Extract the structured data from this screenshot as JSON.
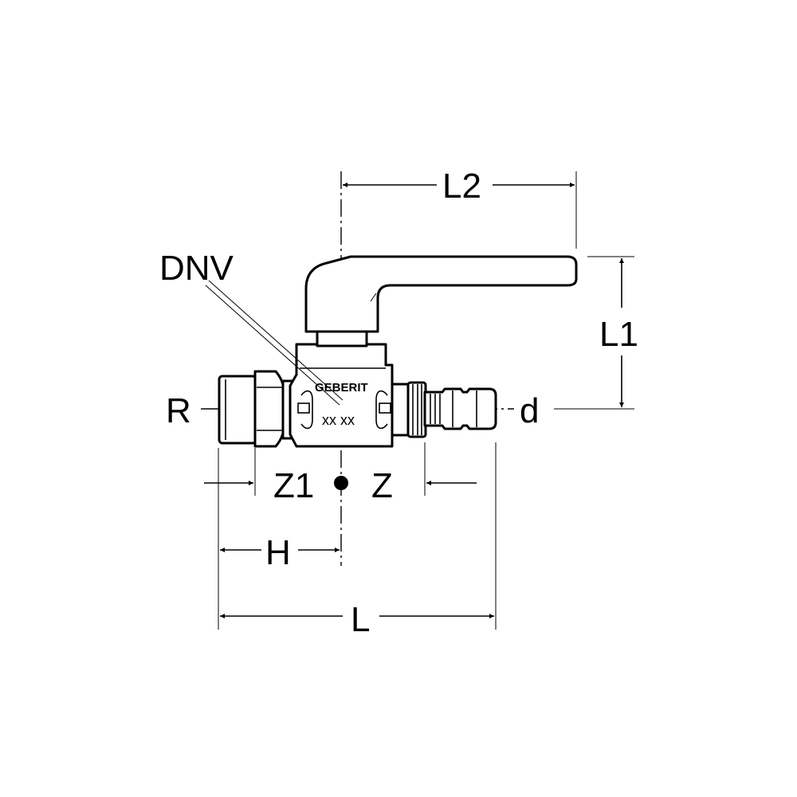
{
  "labels": {
    "l2": "L2",
    "l1": "L1",
    "dnv": "DNV",
    "r": "R",
    "d": "d",
    "z1": "Z1",
    "z": "Z",
    "h": "H",
    "l": "L"
  },
  "body_marking": {
    "brand": "GEBERIT",
    "code": "xx xx"
  }
}
